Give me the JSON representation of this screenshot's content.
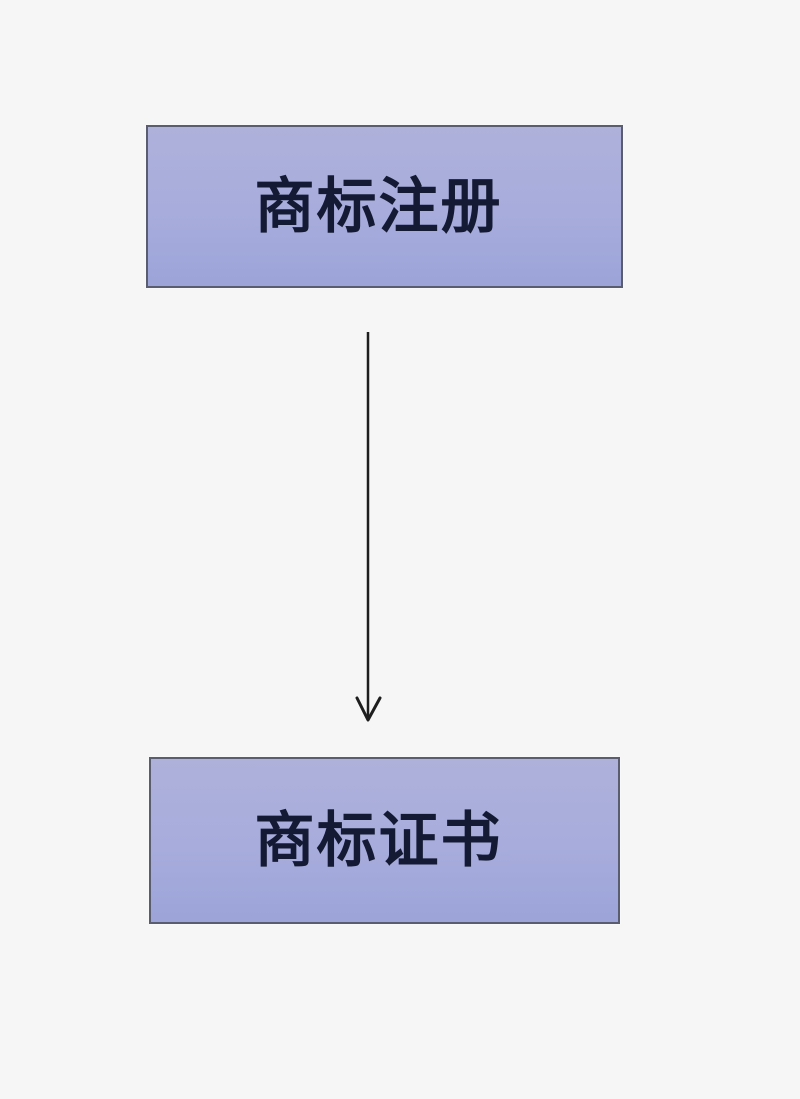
{
  "diagram": {
    "type": "flowchart",
    "direction": "top-to-bottom",
    "background_color": "#f6f6f6",
    "nodes": [
      {
        "id": "registration",
        "label": "商标注册",
        "fill_color": "#a7acdc",
        "border_color": "#5a5d70"
      },
      {
        "id": "certificate",
        "label": "商标证书",
        "fill_color": "#a7acdc",
        "border_color": "#5a5d70"
      }
    ],
    "edges": [
      {
        "from": "registration",
        "to": "certificate",
        "style": "solid-arrow",
        "color": "#1e1e1e"
      }
    ]
  }
}
